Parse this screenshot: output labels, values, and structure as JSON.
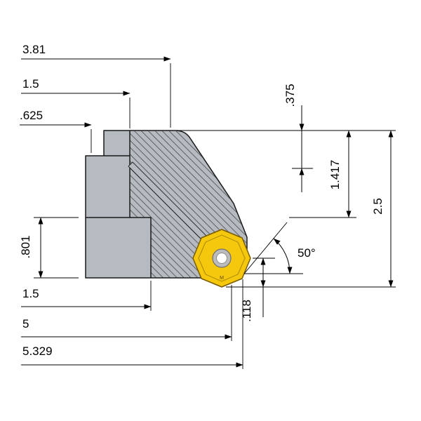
{
  "drawing": {
    "title": "face-mill-cutter-cross-section",
    "colors": {
      "body_gray": "#b6bac1",
      "insert_gold": "#f6c80d",
      "insert_edge": "#7a5c00",
      "line": "#000000",
      "background": "#ffffff"
    },
    "insert_marking": "M",
    "dimensions": {
      "overall_width": "3.81",
      "upper_width": "1.5",
      "step_width": ".625",
      "top_depth": ".375",
      "side_depth": "1.417",
      "overall_height": "2.5",
      "flange_height": ".801",
      "lower_width": "1.5",
      "cut_width": "5",
      "cut_diameter": "5.329",
      "tip_offset": ".118",
      "lead_angle": "50°"
    }
  }
}
